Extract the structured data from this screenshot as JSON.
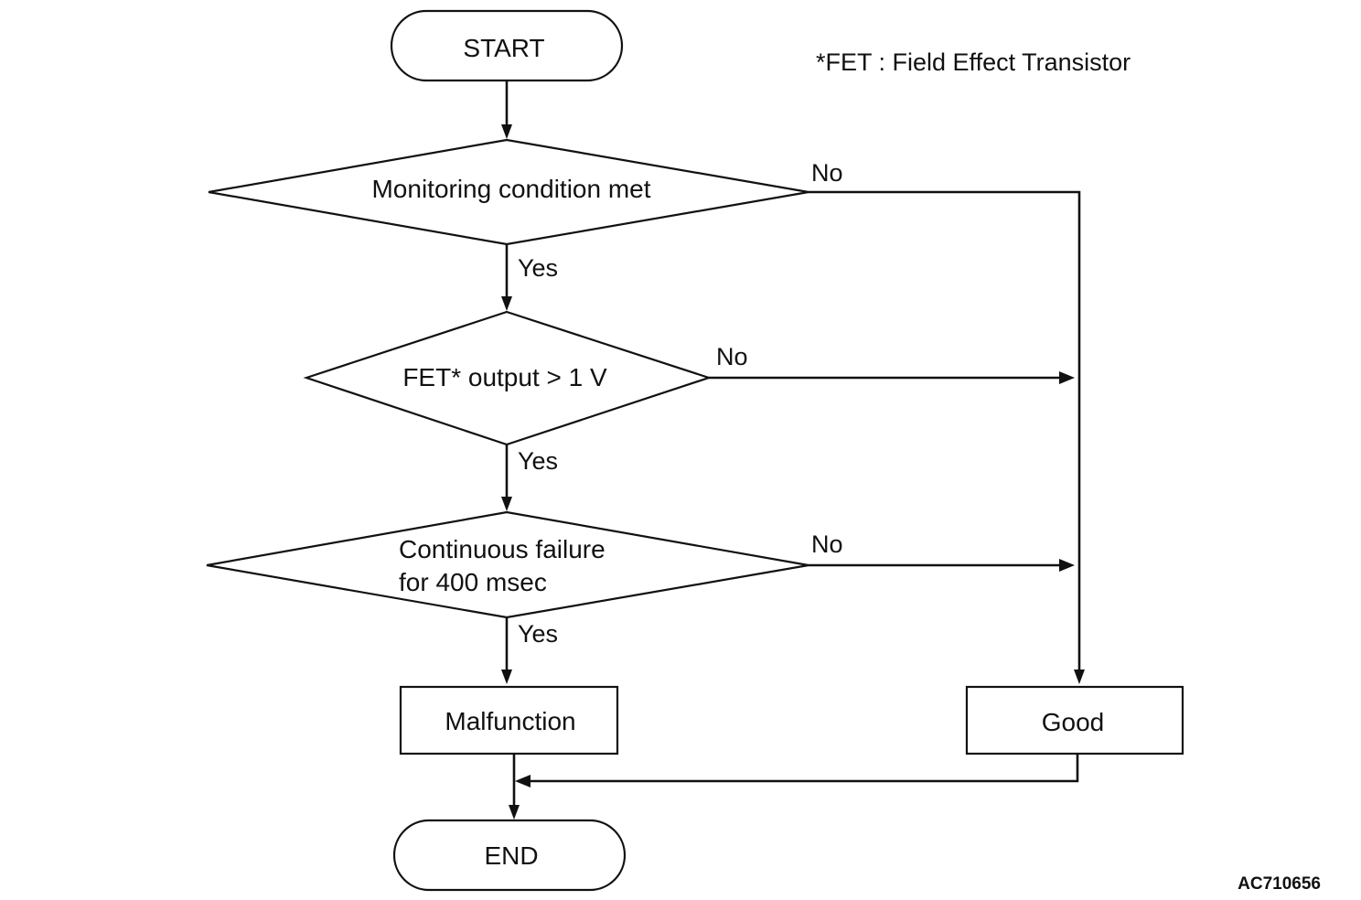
{
  "footnote": "*FET : Field Effect Transistor",
  "figure_id": "AC710656",
  "nodes": {
    "start": "START",
    "decision1": "Monitoring condition met",
    "decision2": "FET* output > 1 V",
    "decision3_line1": "Continuous failure",
    "decision3_line2": "for 400 msec",
    "malfunction": "Malfunction",
    "good": "Good",
    "end": "END"
  },
  "branches": {
    "d1_yes": "Yes",
    "d1_no": "No",
    "d2_yes": "Yes",
    "d2_no": "No",
    "d3_yes": "Yes",
    "d3_no": "No"
  }
}
